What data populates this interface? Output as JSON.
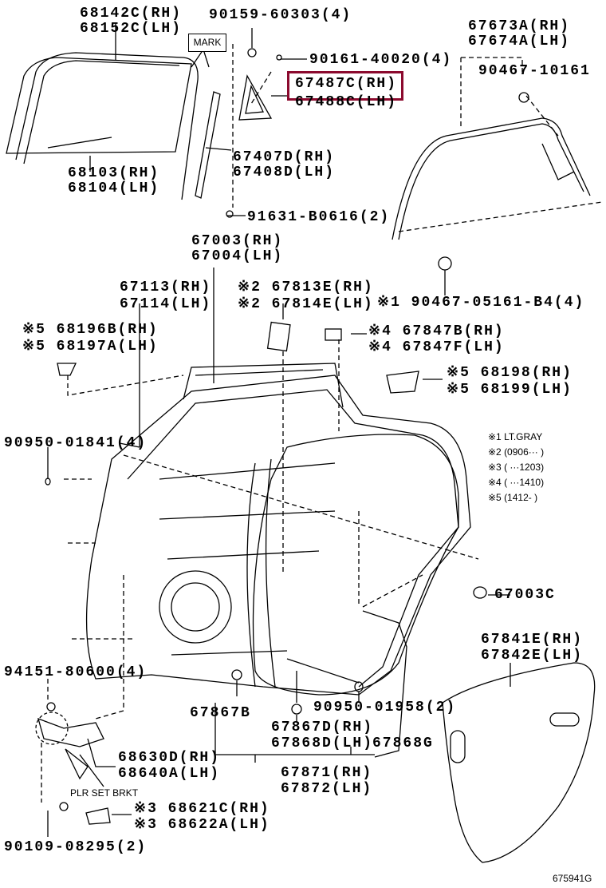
{
  "highlight_color": "#8b0a2e",
  "labels": {
    "glass_rh": "68142C(RH)",
    "glass_lh": "68152C(LH)",
    "mark": "MARK",
    "screw1": "90159-60303(4)",
    "screw2": "90161-40020(4)",
    "corner_rh": "67487C(RH)",
    "corner_lh": "67488C(LH)",
    "frame_rh": "67673A(RH)",
    "frame_lh": "67674A(LH)",
    "clip1": "90467-10161",
    "run_rh": "67407D(RH)",
    "run_lh": "67408D(LH)",
    "glass2_rh": "68103(RH)",
    "glass2_lh": "68104(LH)",
    "bolt1": "91631-B0616(2)",
    "door_rh": "67003(RH)",
    "door_lh": "67004(LH)",
    "panel_rh": "67113(RH)",
    "panel_lh": "67114(LH)",
    "pad_rh": "※2 67813E(RH)",
    "pad_lh": "※2 67814E(LH)",
    "clip2": "※1 90467-05161-B4(4)",
    "hinge_rh": "※5 68196B(RH)",
    "hinge_lh": "※5 68197A(LH)",
    "cover_rh": "※4 67847B(RH)",
    "cover_lh": "※4 67847F(LH)",
    "hinge2_rh": "※5 68198(RH)",
    "hinge2_lh": "※5 68199(LH)",
    "plug1": "90950-01841(4)",
    "cushion": "67003C",
    "film_rh": "67841E(RH)",
    "film_lh": "67842E(LH)",
    "bolt2": "94151-80600(4)",
    "clip3": "67867B",
    "plug2": "90950-01958(2)",
    "clip4_rh": "67867D(RH)",
    "clip4_lh": "67868D(LH)",
    "clip5": "67868G",
    "check_rh": "68630D(RH)",
    "check_lh": "68640A(LH)",
    "weather_rh": "67871(RH)",
    "weather_lh": "67872(LH)",
    "plr": "PLR SET BRKT",
    "cover2_rh": "※3 68621C(RH)",
    "cover2_lh": "※3 68622A(LH)",
    "bolt3": "90109-08295(2)",
    "diagram_id": "675941G"
  },
  "notes": [
    "※1 LT.GRAY",
    "※2 (0906···      )",
    "※3 (         ···1203)",
    "※4 (         ···1410)",
    "※5 (1412-       )"
  ]
}
